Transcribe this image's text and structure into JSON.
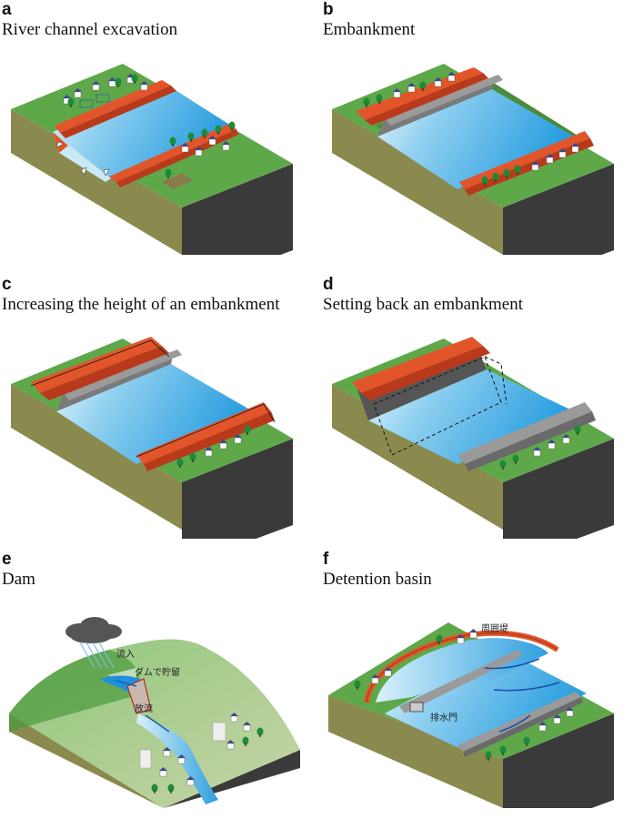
{
  "panels": {
    "a": {
      "letter": "a",
      "title": "River channel excavation"
    },
    "b": {
      "letter": "b",
      "title": "Embankment"
    },
    "c": {
      "letter": "c",
      "title": "Increasing the height of an embankment"
    },
    "d": {
      "letter": "d",
      "title": "Setting back an embankment"
    },
    "e": {
      "letter": "e",
      "title": "Dam",
      "labels": {
        "inflow": "流入",
        "storage": "ダムで貯留",
        "outflow": "放流"
      }
    },
    "f": {
      "letter": "f",
      "title": "Detention basin",
      "labels": {
        "levee": "周囲堤",
        "gate": "排水門"
      }
    }
  },
  "colors": {
    "grass": "#5fa84a",
    "grass_dark": "#4a8c3a",
    "soil": "#8a8a4e",
    "rock": "#3a3a3a",
    "embankment": "#e2552a",
    "water_light": "#bfe6f7",
    "water_dark": "#2aa0e0",
    "concrete": "#9a9a9a"
  }
}
